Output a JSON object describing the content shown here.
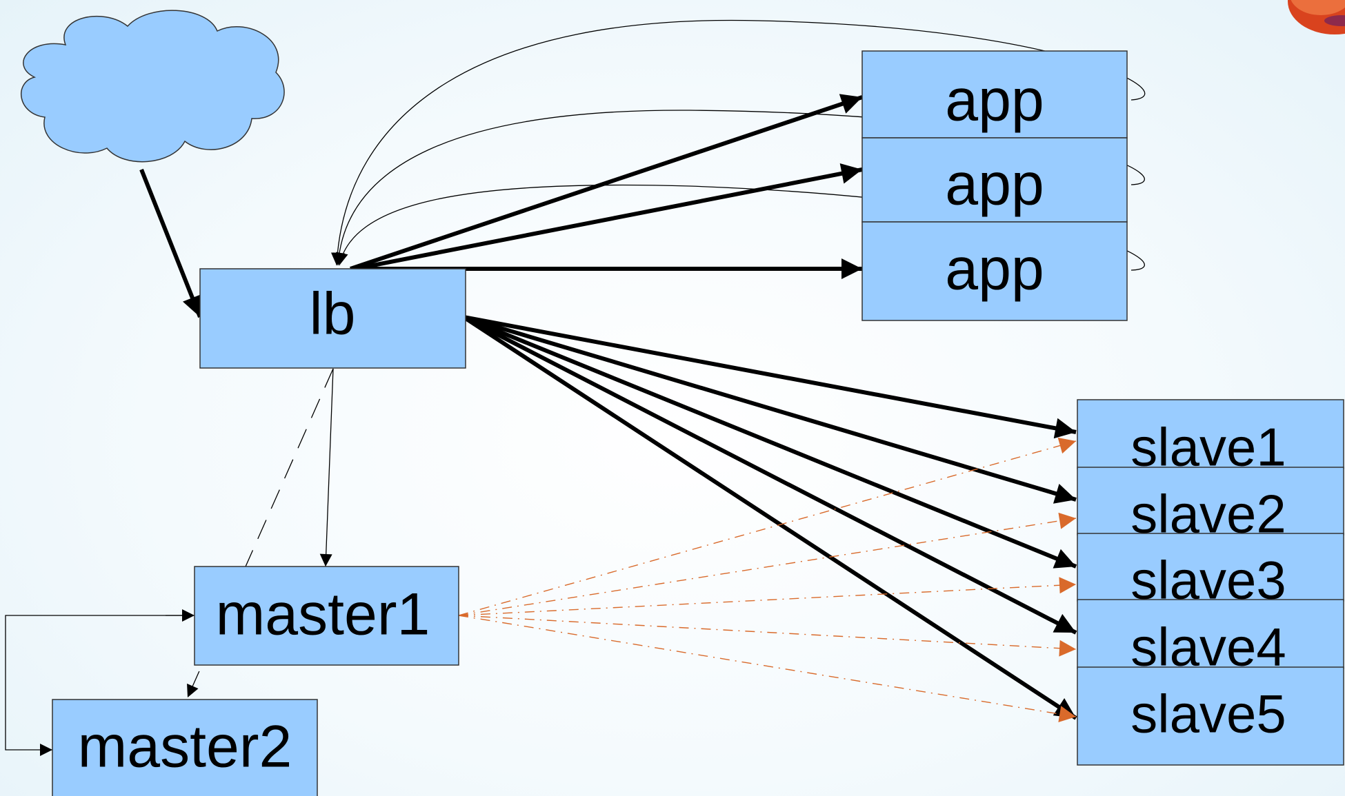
{
  "nodes": {
    "lb": "lb",
    "app_1": "app",
    "app_2": "app",
    "app_3": "app",
    "master1": "master1",
    "master2": "master2",
    "slave1": "slave1",
    "slave2": "slave2",
    "slave3": "slave3",
    "slave4": "slave4",
    "slave5": "slave5"
  },
  "icons": {
    "cloud": "cloud-icon",
    "corner_decoration": "orange-globe-decoration"
  },
  "colors": {
    "box_fill": "#99ccff",
    "box_stroke": "#333333",
    "cloud_fill": "#99ccff",
    "arrow": "#000000",
    "replication_arrow": "#d96a2b",
    "decoration": "#d9431e"
  },
  "edges": [
    {
      "from": "cloud",
      "to": "lb",
      "style": "thick"
    },
    {
      "from": "lb",
      "to": "app_1",
      "style": "thick"
    },
    {
      "from": "lb",
      "to": "app_2",
      "style": "thick"
    },
    {
      "from": "lb",
      "to": "app_3",
      "style": "thick"
    },
    {
      "from": "app_1",
      "to": "lb",
      "style": "thin-curve"
    },
    {
      "from": "app_2",
      "to": "lb",
      "style": "thin-curve"
    },
    {
      "from": "app_3",
      "to": "lb",
      "style": "thin-curve"
    },
    {
      "from": "lb",
      "to": "slave1",
      "style": "thick"
    },
    {
      "from": "lb",
      "to": "slave2",
      "style": "thick"
    },
    {
      "from": "lb",
      "to": "slave3",
      "style": "thick"
    },
    {
      "from": "lb",
      "to": "slave4",
      "style": "thick"
    },
    {
      "from": "lb",
      "to": "slave5",
      "style": "thick"
    },
    {
      "from": "lb",
      "to": "master1",
      "style": "thin"
    },
    {
      "from": "lb",
      "to": "master2",
      "style": "dashed"
    },
    {
      "from": "master1",
      "to": "master2",
      "style": "thin-loop"
    },
    {
      "from": "master1",
      "to": "slave1",
      "style": "dash-dot-orange"
    },
    {
      "from": "master1",
      "to": "slave2",
      "style": "dash-dot-orange"
    },
    {
      "from": "master1",
      "to": "slave3",
      "style": "dash-dot-orange"
    },
    {
      "from": "master1",
      "to": "slave4",
      "style": "dash-dot-orange"
    },
    {
      "from": "master1",
      "to": "slave5",
      "style": "dash-dot-orange"
    }
  ]
}
